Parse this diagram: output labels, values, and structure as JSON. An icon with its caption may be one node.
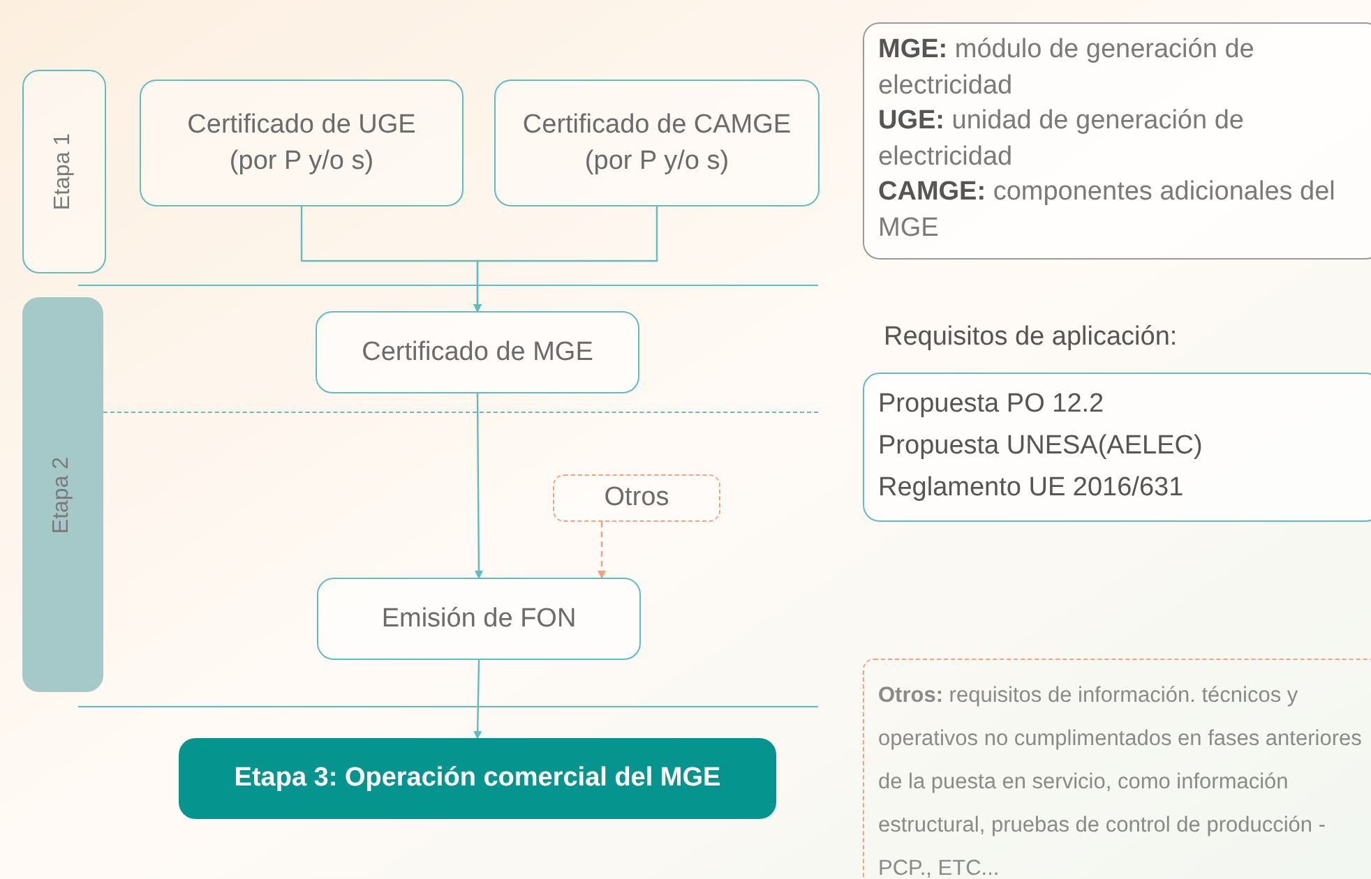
{
  "diagram": {
    "nodes": [
      {
        "text": [
          "Etapa 1"
        ]
      },
      {
        "text": [
          "Certificado de UGE (por P y/o s)"
        ]
      },
      {
        "text": [
          "Certificado de CAMGE (por P y/o s)"
        ]
      },
      {
        "text": [
          "Etapa 2"
        ]
      },
      {
        "text": [
          "Certificado de MGE"
        ]
      },
      {
        "text": [
          "Otros"
        ]
      },
      {
        "text": [
          "Emisión de FON"
        ]
      },
      {
        "text": [
          "Etapa 3: Operación comercial del MGE"
        ]
      },
      {
        "text": [
          "**MGE:** módulo de generación de electricidad",
          "**UGE:** unidad de generación de electricidad",
          "**CAMGE:** componentes adicionales del MGE"
        ]
      },
      {
        "text": [
          "Requisitos de aplicación:",
          "Propuesta PO 12.2",
          "Propuesta UNESA(AELEC)",
          "Reglamento UE 2016/631"
        ]
      },
      {
        "text": [
          "**Otros:** requisitos de información. técnicos y operativos no cumplimentados en fases anteriores de la puesta en servicio, como información estructural, pruebas de control de producción -PCP., ETC..."
        ]
      }
    ],
    "edges": [
      {
        "from": 1,
        "to": 4,
        "arrow": "to"
      },
      {
        "from": 2,
        "to": 4,
        "arrow": "to"
      },
      {
        "from": 4,
        "to": 6,
        "arrow": "to"
      },
      {
        "from": 5,
        "to": 6,
        "arrow": "to",
        "style": "dashed",
        "color": "#f5a27c"
      },
      {
        "from": 6,
        "to": 7,
        "arrow": "to"
      }
    ]
  }
}
